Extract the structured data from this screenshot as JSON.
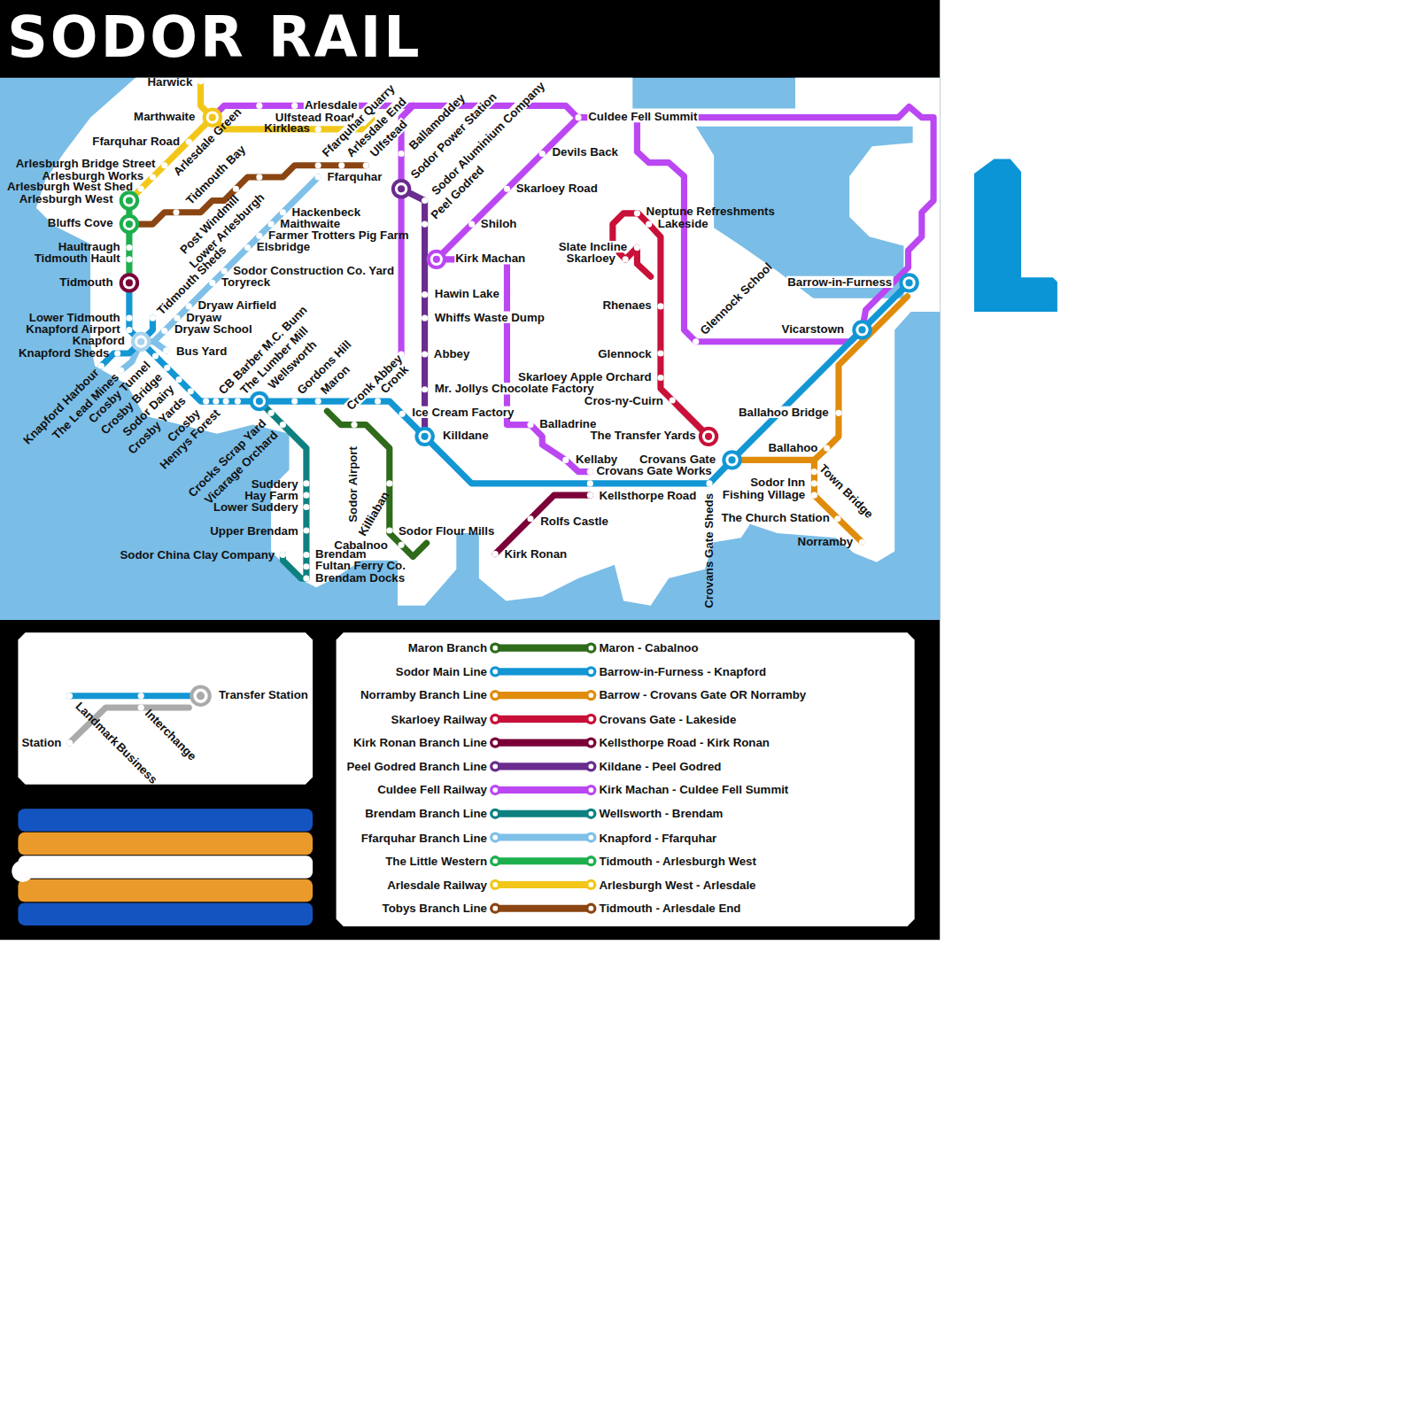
{
  "diagram": {
    "title": "SODOR RAIL",
    "labels": [
      "Harwick",
      "Marthwaite",
      "Arlesdale",
      "Ulfstead Road",
      "Kirkleas",
      "Ffarquhar Road",
      "Arlesdale Green",
      "Ffarquhar Quarry",
      "Arlesdale End",
      "Ulfstead",
      "Ballamoddey",
      "Sodor Power Station",
      "Sodor Aluminium Company",
      "Peel Godred",
      "Culdee Fell Summit",
      "Devils Back",
      "Skarloey Road",
      "Shiloh",
      "Kirk Machan",
      "Hawin Lake",
      "Whiffs Waste Dump",
      "Abbey",
      "Mr. Jollys Chocolate Factory",
      "Ice Cream Factory",
      "Killdane",
      "Balladrine",
      "Kellaby",
      "Crovans Gate Works",
      "Kellsthorpe Road",
      "Rolfs Castle",
      "Kirk Ronan",
      "Neptune Refreshments",
      "Lakeside",
      "Slate Incline",
      "Skarloey",
      "Rhenaes",
      "Glennock",
      "Skarloey Apple Orchard",
      "Cros-ny-Cuirn",
      "The Transfer Yards",
      "Crovans Gate",
      "Crovans Gate Sheds",
      "Glennock School",
      "Barrow-in-Furness",
      "Vicarstown",
      "Ballahoo Bridge",
      "Ballahoo",
      "Town Bridge",
      "Sodor Inn",
      "Fishing Village",
      "The Church Station",
      "Norramby",
      "Arlesburgh Bridge Street",
      "Arlesburgh Works",
      "Arlesburgh West Shed",
      "Arlesburgh West",
      "Bluffs Cove",
      "Tidmouth Bay",
      "Post Windmill",
      "Lower Arlesburgh",
      "Haultraugh",
      "Tidmouth Hault",
      "Tidmouth",
      "Lower Tidmouth",
      "Knapford Airport",
      "Knapford",
      "Knapford Sheds",
      "Tidmouth Sheds",
      "Hackenbeck",
      "Maithwaite",
      "Farmer Trotters Pig Farm",
      "Elsbridge",
      "Sodor Construction Co. Yard",
      "Toryreck",
      "Dryaw Airfield",
      "Dryaw",
      "Dryaw School",
      "Bus Yard",
      "Ffarquhar",
      "Knapford Harbour",
      "The Lead Mines",
      "Crosby Tunnel",
      "Crosby Bridge",
      "Sodor Dairy",
      "Crosby Yards",
      "Crosby",
      "Henrys Forest",
      "CB Barber M.C. Bunn",
      "The Lumber Mill",
      "Wellsworth",
      "Gordons Hill",
      "Maron",
      "Cronk Abbey",
      "Cronk",
      "Sodor Airport",
      "Killiaban",
      "Sodor Flour Mills",
      "Cabalnoo",
      "Crocks Scrap Yard",
      "Vicarage Orchard",
      "Suddery",
      "Hay Farm",
      "Lower Suddery",
      "Upper Brendam",
      "Sodor China Clay Company",
      "Brendam",
      "Fultan Ferry Co.",
      "Brendam Docks",
      "Transfer Station",
      "Station",
      "Landmark",
      "Business",
      "Interchange",
      "Maron - Cabalnoo",
      "Barrow-in-Furness - Knapford",
      "Barrow - Crovans Gate OR Norramby",
      "Crovans Gate - Lakeside",
      "Kellsthorpe Road - Kirk Ronan",
      "Kildane - Peel Godred",
      "Kirk Machan - Culdee Fell Summit",
      "Wellsworth - Brendam",
      "Knapford - Ffarquhar",
      "Tidmouth - Arlesburgh West",
      "Arlesburgh West - Arlesdale",
      "Tidmouth - Arlesdale End"
    ],
    "legend": [
      {
        "text": "Maron Branch",
        "color": "#2e6b1a"
      },
      {
        "text": "Sodor Main Line",
        "color": "#1296d4"
      },
      {
        "text": "Norramby Branch Line",
        "color": "#e08b0c"
      },
      {
        "text": "Skarloey Railway",
        "color": "#c81038"
      },
      {
        "text": "Kirk Ronan Branch Line",
        "color": "#7b0038"
      },
      {
        "text": "Peel Godred Branch Line",
        "color": "#6a2c8e"
      },
      {
        "text": "Culdee Fell Railway",
        "color": "#bb47f2"
      },
      {
        "text": "Brendam Branch Line",
        "color": "#0e8080"
      },
      {
        "text": "Ffarquhar Branch Line",
        "color": "#7fc0e8"
      },
      {
        "text": "The Little Western",
        "color": "#1daf4d"
      },
      {
        "text": "Arlesdale Railway",
        "color": "#f2c71a"
      },
      {
        "text": "Tobys Branch Line",
        "color": "#8a4512"
      }
    ]
  }
}
